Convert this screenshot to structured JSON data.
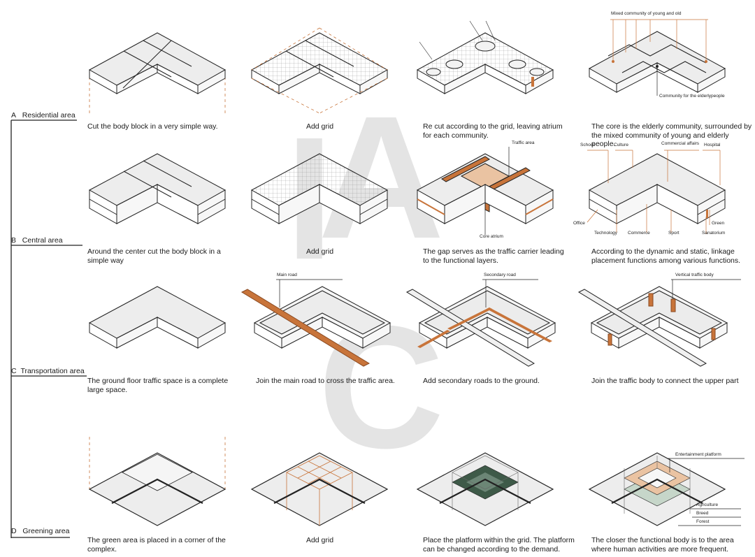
{
  "watermark": {
    "letters": [
      "I",
      "A",
      "C"
    ]
  },
  "sections": [
    {
      "id": "A",
      "name": "Residential area"
    },
    {
      "id": "B",
      "name": "Central area"
    },
    {
      "id": "C",
      "name": "Transportation area"
    },
    {
      "id": "D",
      "name": "Greening area"
    }
  ],
  "rows": [
    {
      "captions": [
        "Cut the body block in a very simple way.",
        "Add grid",
        "Re cut according to the grid, leaving atrium\nfor each community.",
        "The core is the elderly community, surrounded by\nthe mixed community of young and elderly people."
      ],
      "labels": [
        "Mixed community of young and old",
        "Community for the elderlypeople"
      ]
    },
    {
      "captions": [
        "Around the center cut the body block in a\nsimple way",
        "Add grid",
        "The gap serves as the traffic carrier leading\nto the functional layers.",
        "According to the dynamic and static, linkage\nplacement functions among various functions."
      ],
      "labels": [
        "Traffic area",
        "Core atrium",
        "School",
        "Culture",
        "Commercial affairs",
        "Hospital",
        "Office",
        "Technology",
        "Commerce",
        "Sport",
        "Green",
        "Sanatorium"
      ]
    },
    {
      "captions": [
        "The ground floor traffic space is a complete\nlarge space.",
        "Join the main road to cross the traffic area.",
        "Add secondary roads to the ground.",
        "Join the traffic body to connect the upper part"
      ],
      "labels": [
        "Main road",
        "Secondary road",
        "Vertical traffic body"
      ]
    },
    {
      "captions": [
        "The green area is placed in a corner of the\ncomplex.",
        "Add grid",
        "Place the platform within the grid. The platform\ncan be changed according to the demand.",
        "The closer the functional body is to the area\nwhere human activities are more frequent."
      ],
      "labels": [
        "Entertainment platform",
        "Agriculture",
        "Breed",
        "Forest"
      ]
    }
  ],
  "colors": {
    "accent": "#c8743a",
    "accent_light": "#eac3a2",
    "top_face": "#ededed",
    "side_face": "#ffffff",
    "line": "#222222",
    "watermark": "#cfcfcf",
    "green_dark": "#3e5a48"
  }
}
